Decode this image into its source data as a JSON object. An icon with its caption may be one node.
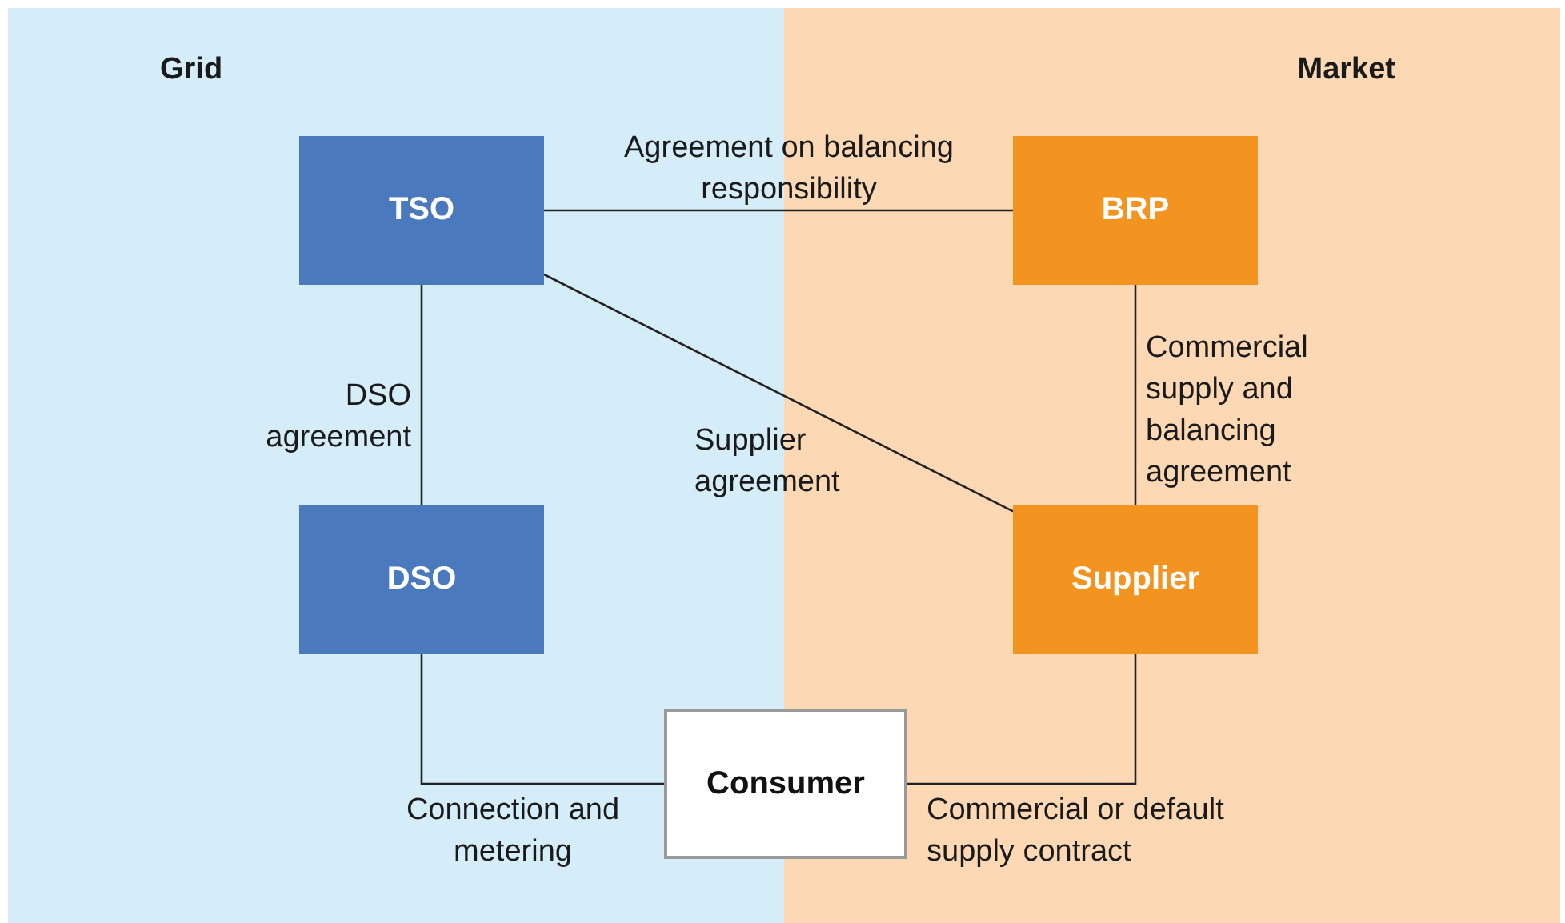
{
  "diagram": {
    "nodes": [
      {
        "text": [
          "Grid"
        ]
      },
      {
        "text": [
          "Market"
        ]
      },
      {
        "text": [
          "TSO"
        ],
        "in": 0
      },
      {
        "text": [
          "BRP"
        ],
        "in": 1
      },
      {
        "text": [
          "DSO"
        ],
        "in": 0
      },
      {
        "text": [
          "Supplier"
        ],
        "in": 1
      },
      {
        "text": [
          "Consumer"
        ]
      }
    ],
    "edges": [
      {
        "from": 2,
        "to": 3,
        "arrow": "none",
        "label": "Agreement on balancing responsibility"
      },
      {
        "from": 2,
        "to": 4,
        "arrow": "none",
        "label": "DSO agreement"
      },
      {
        "from": 2,
        "to": 5,
        "arrow": "none",
        "label": "Supplier agreement"
      },
      {
        "from": 3,
        "to": 5,
        "arrow": "none",
        "label": "Commercial supply and balancing agreement"
      },
      {
        "from": 4,
        "to": 6,
        "arrow": "none",
        "label": "Connection and metering"
      },
      {
        "from": 5,
        "to": 6,
        "arrow": "none",
        "label": "Commercial or default supply contract"
      }
    ]
  }
}
